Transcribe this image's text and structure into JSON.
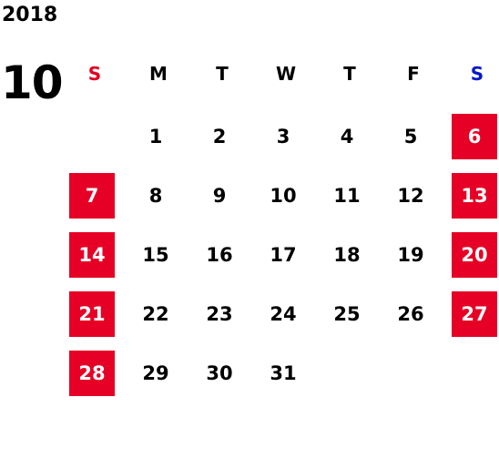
{
  "header": {
    "year": "2018",
    "month": "10"
  },
  "weekdays": [
    "S",
    "M",
    "T",
    "W",
    "T",
    "F",
    "S"
  ],
  "colors": {
    "weekend_bg": "#e60025",
    "sunday_header": "#e00022",
    "saturday_header": "#0018cc",
    "text": "#000000"
  },
  "weeks": [
    [
      "",
      "1",
      "2",
      "3",
      "4",
      "5",
      "6"
    ],
    [
      "7",
      "8",
      "9",
      "10",
      "11",
      "12",
      "13"
    ],
    [
      "14",
      "15",
      "16",
      "17",
      "18",
      "19",
      "20"
    ],
    [
      "21",
      "22",
      "23",
      "24",
      "25",
      "26",
      "27"
    ],
    [
      "28",
      "29",
      "30",
      "31",
      "",
      "",
      ""
    ]
  ]
}
